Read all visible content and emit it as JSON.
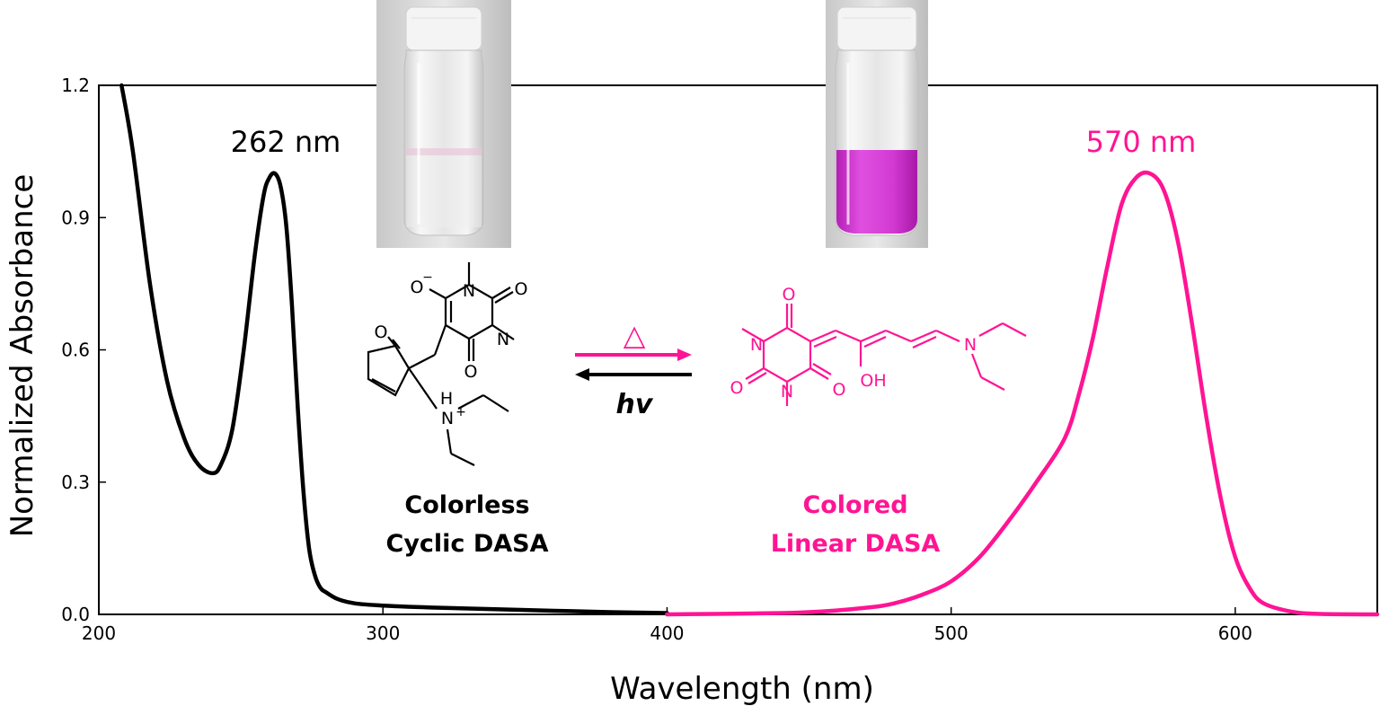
{
  "chart_data": {
    "type": "line",
    "title": "",
    "xlabel": "Wavelength (nm)",
    "ylabel": "Normalized Absorbance",
    "xlim": [
      200,
      650
    ],
    "ylim": [
      0,
      1.2
    ],
    "x_ticks": [
      200,
      300,
      400,
      500,
      600
    ],
    "y_ticks": [
      0,
      0.3,
      0.6,
      0.9,
      1.2
    ],
    "x_tick_labels": [
      "200",
      "300",
      "400",
      "500",
      "600"
    ],
    "y_tick_labels": [
      "0.0",
      "0.3",
      "0.6",
      "0.9",
      "1.2"
    ],
    "grid": false,
    "series": [
      {
        "color": "#000000",
        "x": [
          208,
          212,
          218,
          224,
          230,
          235,
          240,
          243,
          247,
          251,
          255,
          258,
          260,
          262,
          264,
          266,
          268,
          270,
          272,
          274,
          276,
          278,
          280,
          284,
          290,
          300,
          320,
          350,
          380,
          400
        ],
        "y": [
          1.2,
          1.05,
          0.75,
          0.53,
          0.4,
          0.34,
          0.32,
          0.34,
          0.42,
          0.6,
          0.82,
          0.95,
          0.99,
          1.0,
          0.97,
          0.88,
          0.7,
          0.47,
          0.28,
          0.15,
          0.09,
          0.06,
          0.05,
          0.035,
          0.025,
          0.02,
          0.015,
          0.01,
          0.005,
          0.003
        ]
      },
      {
        "color": "#ff1493",
        "x": [
          400,
          430,
          450,
          470,
          480,
          490,
          500,
          510,
          520,
          530,
          540,
          545,
          550,
          555,
          560,
          565,
          570,
          575,
          580,
          585,
          590,
          595,
          600,
          605,
          610,
          620,
          630,
          650
        ],
        "y": [
          0.0,
          0.002,
          0.005,
          0.015,
          0.025,
          0.045,
          0.075,
          0.13,
          0.21,
          0.3,
          0.4,
          0.5,
          0.63,
          0.79,
          0.93,
          0.99,
          1.0,
          0.96,
          0.84,
          0.65,
          0.44,
          0.26,
          0.13,
          0.06,
          0.025,
          0.006,
          0.001,
          0.0
        ]
      }
    ],
    "annotations": [
      {
        "text": "262 nm",
        "color": "#000000"
      },
      {
        "text": "570 nm",
        "color": "#ff1493"
      }
    ]
  },
  "scheme": {
    "left_caption": [
      "Colorless",
      "Cyclic DASA"
    ],
    "right_caption": [
      "Colored",
      "Linear DASA"
    ],
    "forward_symbol": "△",
    "reverse_label": "hv",
    "atoms": {
      "o": "O",
      "n": "N",
      "h": "H",
      "oh": "OH",
      "minus": "−",
      "plus": "+"
    }
  },
  "colors": {
    "black_series": "#000000",
    "pink_series": "#ff1493",
    "vial_background": "#d9d9d9",
    "solution_pink": "#cc33cc"
  }
}
